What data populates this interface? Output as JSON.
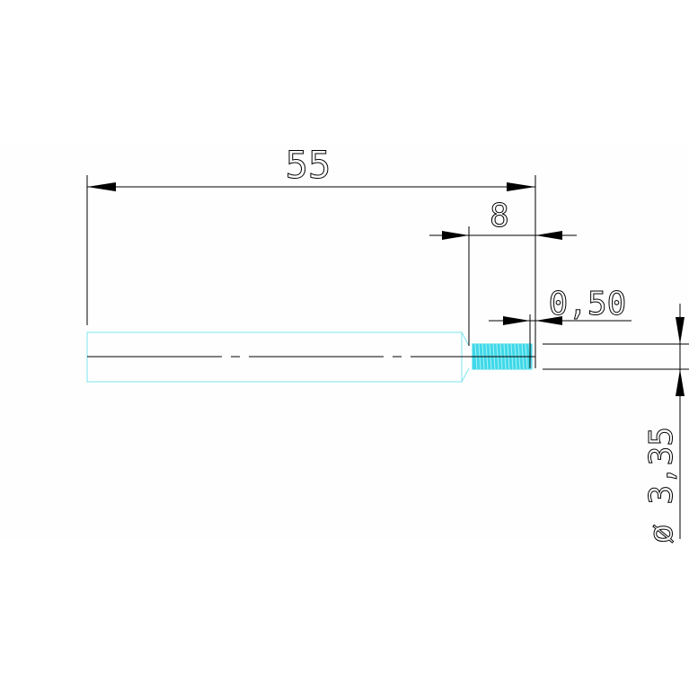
{
  "drawing": {
    "dimensions": {
      "overall_length": "55",
      "thread_length": "8",
      "chamfer": "0,50",
      "diameter": "ø 3,35"
    },
    "colors": {
      "part_outline": "#7fe6f0",
      "thread_fill": "#3fd8e8",
      "dimension_lines": "#000000",
      "background": "#ffffff"
    }
  }
}
